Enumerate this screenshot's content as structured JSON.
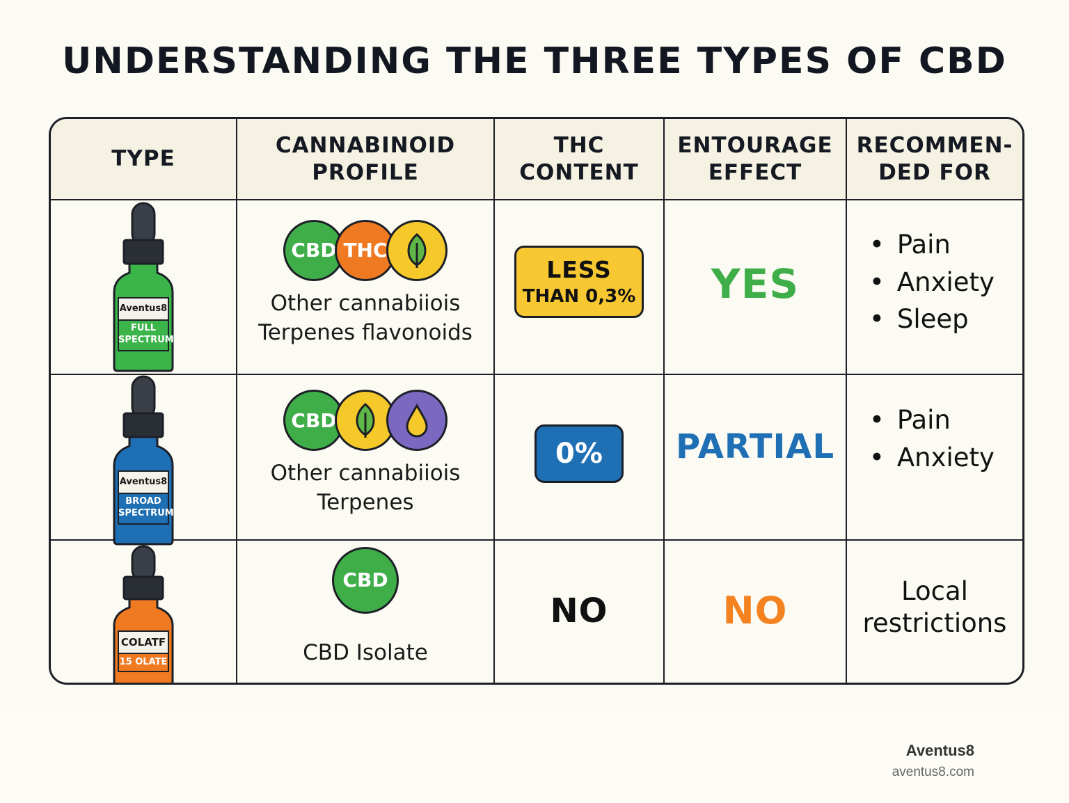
{
  "title": "UNDERSTANDING THE THREE TYPES OF CBD",
  "headers": {
    "type": "TYPE",
    "profile_1": "CANNABINOID",
    "profile_2": "PROFILE",
    "thc_1": "THC",
    "thc_2": "CONTENT",
    "entourage_1": "ENTOURAGE",
    "entourage_2": "EFFECT",
    "rec_1": "RECOMMEN-",
    "rec_2": "DED FOR"
  },
  "rows": [
    {
      "bottle_brand": "Aventus8",
      "bottle_line1": "FULL",
      "bottle_line2": "SPECTRUM",
      "bottle_color": "#3bb54a",
      "circle_labels": [
        "CBD",
        "THC"
      ],
      "circle_icons": [
        "leaf-icon"
      ],
      "profile_line1": "Other cannabiiois",
      "profile_line2": "Terpenes flavonoids",
      "thc_line1": "LESS",
      "thc_line2": "THAN 0,3%",
      "entourage": "YES",
      "entourage_color": "#3fae49",
      "recommended": [
        "Pain",
        "Anxiety",
        "Sleep"
      ]
    },
    {
      "bottle_brand": "Aventus8",
      "bottle_line1": "BROAD",
      "bottle_line2": "SPECTRUM",
      "bottle_color": "#1f6fb5",
      "circle_labels": [
        "CBD"
      ],
      "circle_icons": [
        "leaf-icon",
        "drop-icon"
      ],
      "profile_line1": "Other cannabiiois",
      "profile_line2": "Terpenes",
      "thc_value": "0%",
      "entourage": "PARTIAL",
      "entourage_color": "#1f6fb5",
      "recommended": [
        "Pain",
        "Anxiety"
      ]
    },
    {
      "bottle_brand": "COLATF",
      "bottle_line1": "15 OLATE",
      "bottle_color": "#f07a22",
      "circle_labels": [
        "CBD"
      ],
      "profile_line1": "CBD Isolate",
      "thc_value": "NO",
      "entourage": "NO",
      "entourage_color": "#f58220",
      "recommended_line1": "Local",
      "recommended_line2": "restrictions"
    }
  ],
  "colors": {
    "cbd_green": "#3fae49",
    "thc_orange": "#f07a22",
    "leaf_yellow": "#f5c92a",
    "drop_purple": "#7b68c0",
    "badge_yellow": "#f7c832",
    "badge_blue": "#1f6fb5"
  },
  "footer": {
    "brand": "Aventus8",
    "url": "aventus8.com"
  }
}
